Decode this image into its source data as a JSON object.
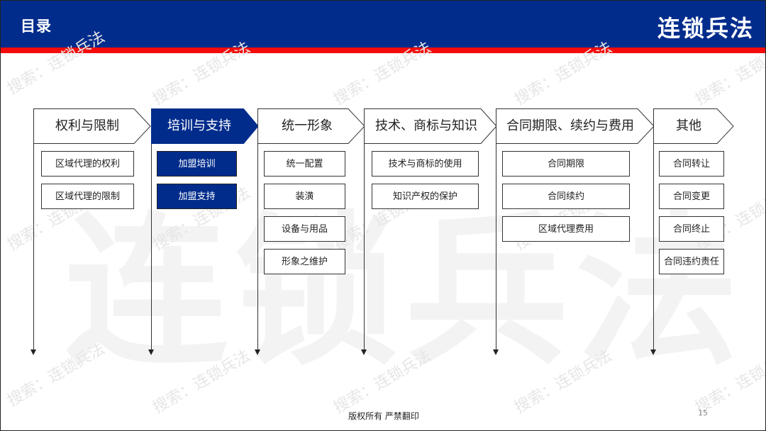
{
  "header": {
    "page_title": "目录",
    "brand": "连锁兵法",
    "colors": {
      "header_blue": "#012c8c",
      "accent_red": "#f50b0b"
    }
  },
  "watermark": {
    "big_text": "连锁兵法",
    "small_text": "搜索：连锁兵法"
  },
  "sections": [
    {
      "title": "权利与限制",
      "active": false,
      "items": [
        "区域代理的权利",
        "区域代理的限制"
      ]
    },
    {
      "title": "培训与支持",
      "active": true,
      "items": [
        "加盟培训",
        "加盟支持"
      ]
    },
    {
      "title": "统一形象",
      "active": false,
      "items": [
        "统一配置",
        "装潢",
        "设备与用品",
        "形象之维护"
      ]
    },
    {
      "title": "技术、商标与知识",
      "active": false,
      "items": [
        "技术与商标的使用",
        "知识产权的保护"
      ]
    },
    {
      "title": "合同期限、续约与费用",
      "active": false,
      "items": [
        "合同期限",
        "合同续约",
        "区域代理费用"
      ]
    },
    {
      "title": "其他",
      "active": false,
      "items": [
        "合同转让",
        "合同变更",
        "合同终止",
        "合同违约责任"
      ]
    }
  ],
  "footer": {
    "copyright": "版权所有 严禁翻印",
    "page_number": "15"
  }
}
